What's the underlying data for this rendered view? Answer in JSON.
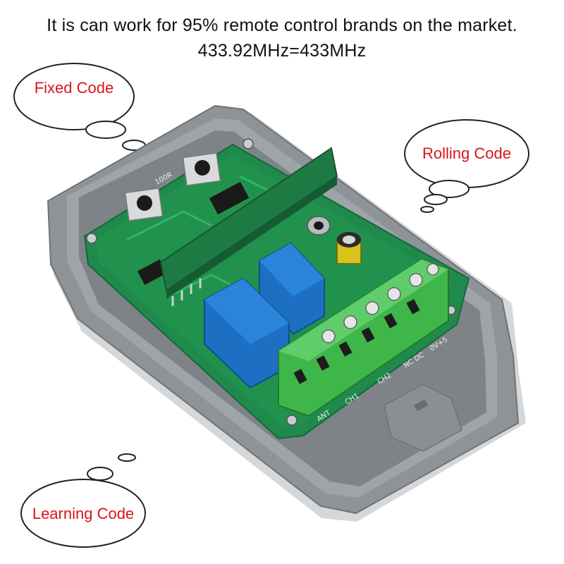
{
  "headline": {
    "line1": "It is can work for 95% remote control brands on the market.",
    "line2": "433.92MHz=433MHz"
  },
  "bubbles": {
    "fixed": "Fixed Code",
    "rolling": "Rolling Code",
    "learning": "Learning Code"
  },
  "board": {
    "model_marking": "100R",
    "terminal_labels": [
      "ANT",
      "CH1",
      "CH2",
      "NC DC",
      "0V+5"
    ]
  },
  "colors": {
    "accent_red": "#d9141b",
    "pcb_green": "#1f8a4c",
    "relay_blue": "#1d6fc4",
    "terminal_green": "#3fb64a",
    "case_gray": "#8c9196"
  }
}
